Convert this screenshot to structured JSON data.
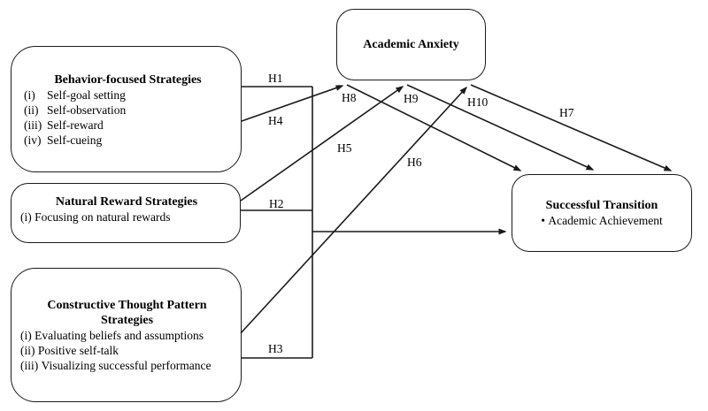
{
  "diagram": {
    "boxes": {
      "behavior": {
        "title": "Behavior-focused Strategies",
        "items": [
          {
            "marker": "(i)",
            "text": "Self-goal setting"
          },
          {
            "marker": "(ii)",
            "text": "Self-observation"
          },
          {
            "marker": "(iii)",
            "text": "Self-reward"
          },
          {
            "marker": "(iv)",
            "text": "Self-cueing"
          }
        ]
      },
      "natural": {
        "title": "Natural Reward Strategies",
        "items": [
          {
            "marker": "(i)",
            "text": "Focusing on natural rewards"
          }
        ]
      },
      "constructive": {
        "title": "Constructive Thought Pattern Strategies",
        "items": [
          {
            "marker": "(i)",
            "text": "Evaluating beliefs and assumptions"
          },
          {
            "marker": "(ii)",
            "text": "Positive self-talk"
          },
          {
            "marker": "(iii)",
            "text": "Visualizing successful performance"
          }
        ]
      },
      "anxiety": {
        "title": "Academic Anxiety"
      },
      "transition": {
        "title": "Successful Transition",
        "items": [
          {
            "marker": "•",
            "text": "Academic Achievement"
          }
        ]
      }
    },
    "hypotheses": {
      "h1": "H1",
      "h2": "H2",
      "h3": "H3",
      "h4": "H4",
      "h5": "H5",
      "h6": "H6",
      "h7": "H7",
      "h8": "H8",
      "h9": "H9",
      "h10": "H10"
    },
    "edges": [
      {
        "label": "H1",
        "from": "Behavior-focused Strategies",
        "to": "Successful Transition"
      },
      {
        "label": "H2",
        "from": "Natural Reward Strategies",
        "to": "Successful Transition"
      },
      {
        "label": "H3",
        "from": "Constructive Thought Pattern Strategies",
        "to": "Successful Transition"
      },
      {
        "label": "H4",
        "from": "Behavior-focused Strategies",
        "to": "Academic Anxiety"
      },
      {
        "label": "H5",
        "from": "Natural Reward Strategies",
        "to": "Academic Anxiety"
      },
      {
        "label": "H6",
        "from": "Constructive Thought Pattern Strategies",
        "to": "Academic Anxiety"
      },
      {
        "label": "H7",
        "from": "Academic Anxiety",
        "to": "Successful Transition"
      },
      {
        "label": "H8",
        "from": "Behavior-focused Strategies",
        "to": "Successful Transition",
        "via": "Academic Anxiety"
      },
      {
        "label": "H9",
        "from": "Natural Reward Strategies",
        "to": "Successful Transition",
        "via": "Academic Anxiety"
      },
      {
        "label": "H10",
        "from": "Constructive Thought Pattern Strategies",
        "to": "Successful Transition",
        "via": "Academic Anxiety"
      }
    ],
    "colors": {
      "line": "#1a1a1a",
      "box_border": "#1a1a1a",
      "background": "#ffffff",
      "text": "#000000"
    }
  }
}
